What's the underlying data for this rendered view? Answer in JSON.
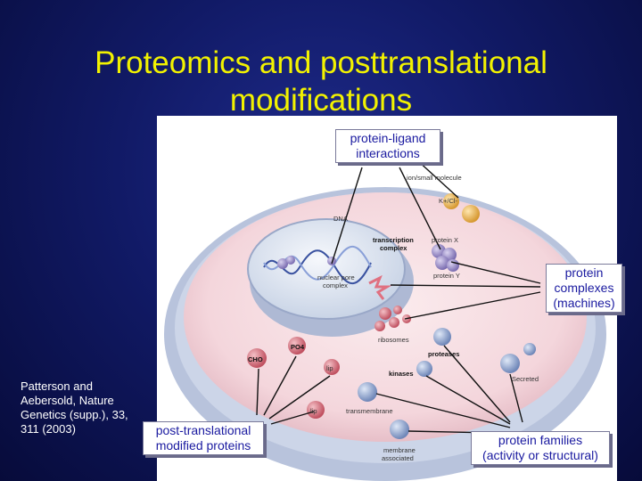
{
  "slide": {
    "title_line1": "Proteomics and posttranslational",
    "title_line2": "modifications",
    "citation": "Patterson and Aebersold, Nature Genetics (supp.), 33, 311 (2003)"
  },
  "callouts": {
    "protein_ligand": [
      "protein-ligand",
      "interactions"
    ],
    "protein_complexes": [
      "protein",
      "complexes",
      "(machines)"
    ],
    "ptm": [
      "post-translational",
      "modified proteins"
    ],
    "protein_families": [
      "protein families",
      "(activity or structural)"
    ]
  },
  "diagram_labels": {
    "ion_small_molecule": "ion/small molecule",
    "k_cl": "K+/Cl-",
    "dna": "DNA",
    "transcription_complex_1": "transcription",
    "transcription_complex_2": "complex",
    "protein_x": "protein X",
    "protein_y": "protein Y",
    "nuclear_pore_1": "nuclear pore",
    "nuclear_pore_2": "complex",
    "ribosomes": "ribosomes",
    "proteases": "proteases",
    "kinases": "kinases",
    "secreted": "Secreted",
    "cho": "CHO",
    "po4": "PO4",
    "lip_1": "lip",
    "lip_2": "lip",
    "transmembrane": "transmembrane",
    "membrane_associated_1": "membrane",
    "membrane_associated_2": "associated"
  }
}
